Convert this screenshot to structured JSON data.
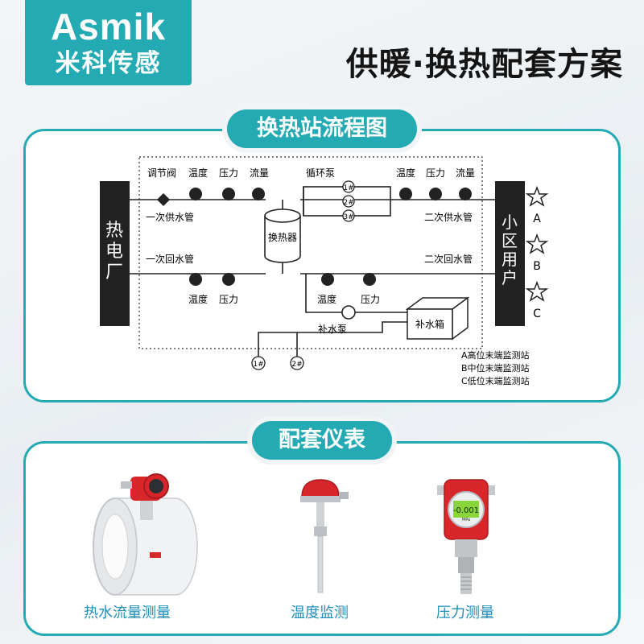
{
  "header": {
    "brand": "Asmik",
    "brand_cn": "米科传感",
    "title": "供暖·换热配套方案"
  },
  "flow_section": {
    "title": "换热站流程图",
    "power_plant": [
      "热",
      "电",
      "厂"
    ],
    "community": [
      "小",
      "区",
      "用",
      "户"
    ],
    "regulating_valve": "调节阀",
    "temperature": "温度",
    "pressure": "压力",
    "flow": "流量",
    "circulating_pump": "循环泵",
    "pump_tags": [
      "1#",
      "2#",
      "3#"
    ],
    "primary_supply": "一次供水管",
    "primary_return": "一次回水管",
    "heat_exchanger": "换热器",
    "secondary_supply": "二次供水管",
    "secondary_return": "二次回水管",
    "makeup_pump": "补水泵",
    "makeup_tank": "补水箱",
    "outlet_tags": [
      "1#",
      "2#"
    ],
    "station_markers": [
      "A",
      "B",
      "C"
    ],
    "station_legend": [
      "A高位末端监测站",
      "B中位末端监测站",
      "C低位末端监测站"
    ]
  },
  "meter_section": {
    "title": "配套仪表",
    "products": [
      "热水流量测量",
      "温度监测",
      "压力测量"
    ],
    "device_readout": "-0.001",
    "device_unit": "MPa"
  },
  "colors": {
    "accent": "#23aab2",
    "label_blue": "#1f8fb8",
    "device_red": "#d8262b"
  }
}
